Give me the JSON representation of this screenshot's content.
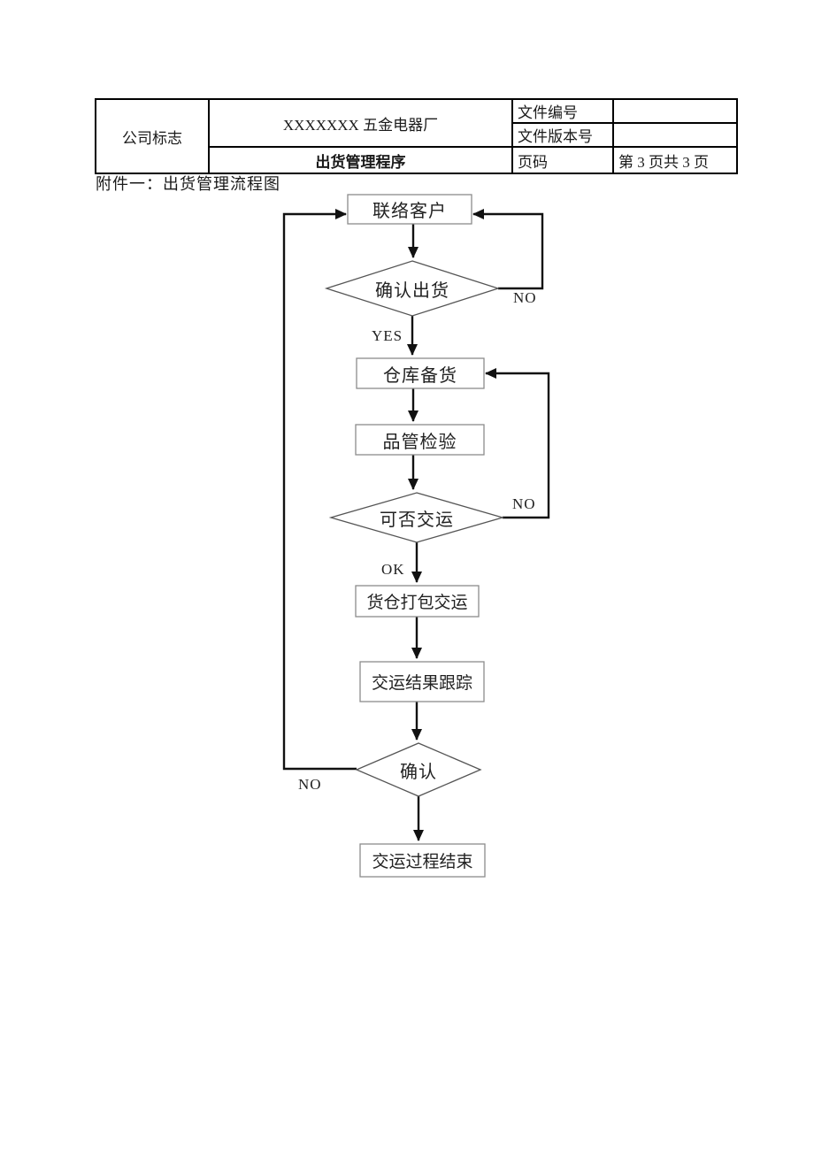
{
  "header": {
    "logo": "公司标志",
    "company": "XXXXXXX 五金电器厂",
    "title": "出货管理程序",
    "fields": [
      {
        "label": "文件编号",
        "value": ""
      },
      {
        "label": "文件版本号",
        "value": ""
      },
      {
        "label": "页码",
        "value": "第 3 页共 3 页"
      }
    ]
  },
  "attachment_caption": "附件一：出货管理流程图",
  "flowchart": {
    "nodes": {
      "contact": "联络客户",
      "confirm_ship": "确认出货",
      "stock": "仓库备货",
      "qc": "品管检验",
      "can_ship": "可否交运",
      "pack": "货仓打包交运",
      "track": "交运结果跟踪",
      "confirm": "确认",
      "end": "交运过程结束"
    },
    "edge_labels": {
      "confirm_ship_no": "NO",
      "confirm_ship_yes": "YES",
      "can_ship_no": "NO",
      "can_ship_ok": "OK",
      "confirm_no": "NO"
    }
  },
  "colors": {
    "line": "#111111",
    "box_border": "#8c8c8c",
    "diamond_border": "#555555",
    "table_border": "#000000"
  }
}
